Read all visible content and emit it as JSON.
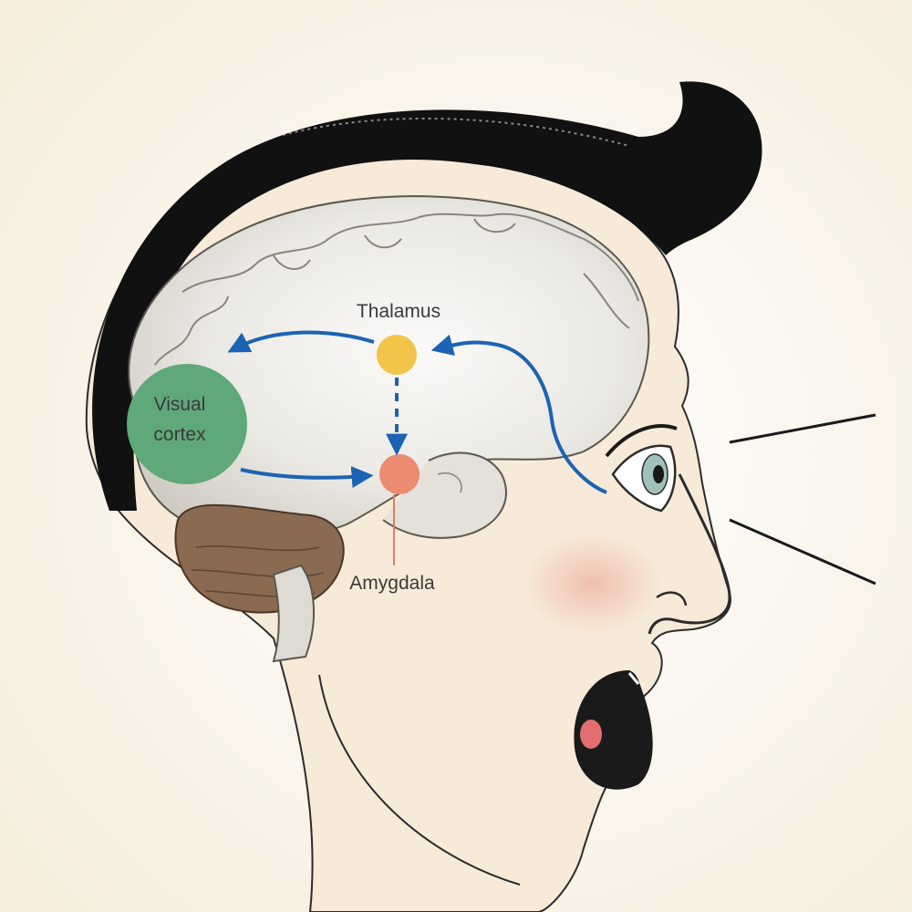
{
  "labels": {
    "thalamus": "Thalamus",
    "visual_cortex_line1": "Visual",
    "visual_cortex_line2": "cortex",
    "amygdala": "Amygdala"
  },
  "colors": {
    "background": "#faf3e6",
    "skin": "#f7ead8",
    "hair": "#111111",
    "brain": "#dedbd4",
    "cerebellum": "#8b6a52",
    "visual_cortex": "#5fa87a",
    "thalamus": "#f2c44a",
    "amygdala": "#ec8c72",
    "pathway_arrow": "#1c63b3",
    "amygdala_pointer": "#e07b6a",
    "eye_iris": "#9fc1bb",
    "cheek": "#f0b6a8"
  },
  "icons": {
    "head": "head-profile-icon",
    "eye": "eye-icon",
    "brain": "brain-icon"
  }
}
